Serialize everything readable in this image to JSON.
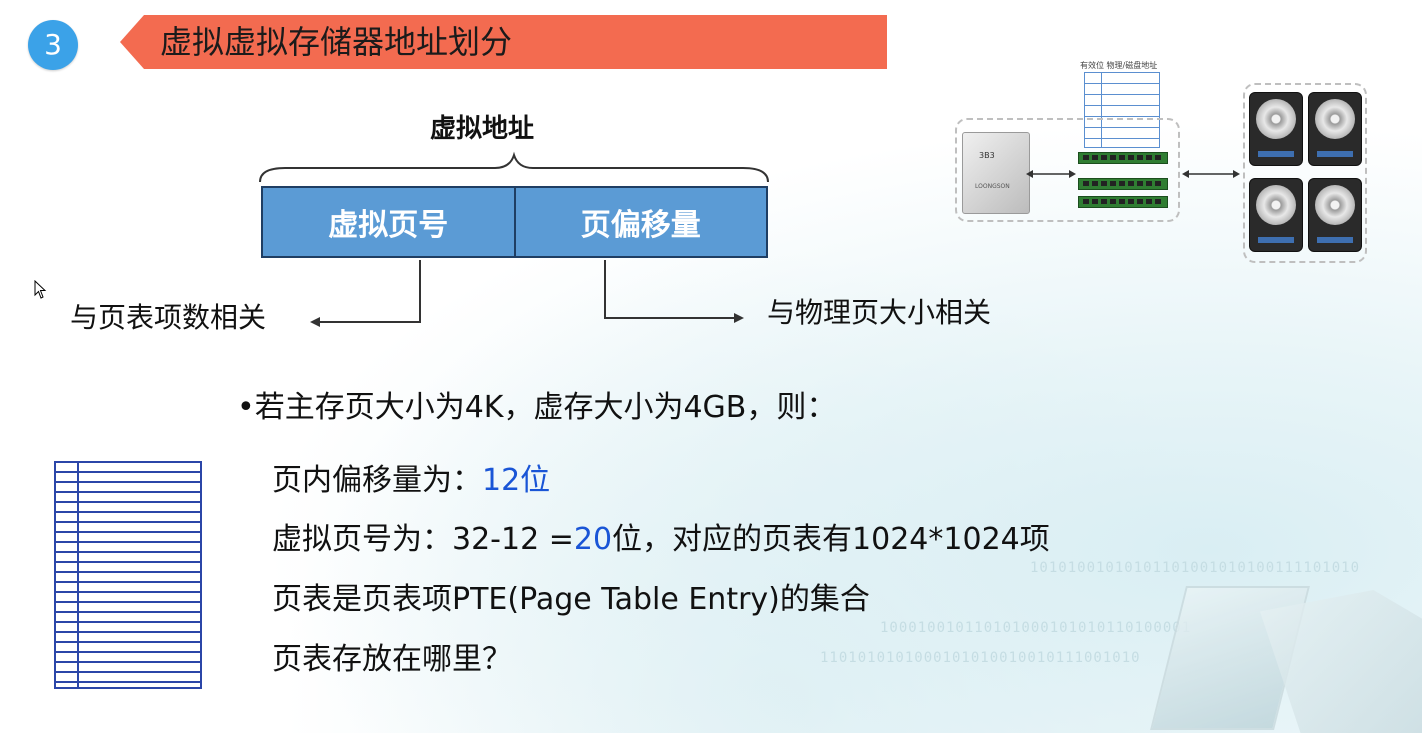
{
  "header": {
    "step_number": "3",
    "title": "虚拟虚拟存储器地址划分"
  },
  "diagram": {
    "virtual_address_label": "虚拟地址",
    "cells": [
      "虚拟页号",
      "页偏移量"
    ],
    "left_arrow_label": "与页表项数相关",
    "right_arrow_label": "与物理页大小相关"
  },
  "content": {
    "bullet": "若主存页大小为4K，虚存大小为4GB，则：",
    "line1_prefix": "页内偏移量为：",
    "line1_value": "12位",
    "line2_prefix": "虚拟页号为：32-12 =",
    "line2_value": "20",
    "line2_suffix": "位，对应的页表有1024*1024项",
    "line3": "页表是页表项PTE(Page Table Entry)的集合",
    "line4": "页表存放在哪里？"
  },
  "illustration": {
    "cpu_label": "3B3",
    "cpu_sub": "LOONGSON",
    "table_caption": "有效位  物理/磁盘地址"
  },
  "colors": {
    "banner": "#f36b50",
    "step_circle": "#3ba2e8",
    "address_box": "#5b9bd5",
    "highlight": "#1a55d6"
  }
}
